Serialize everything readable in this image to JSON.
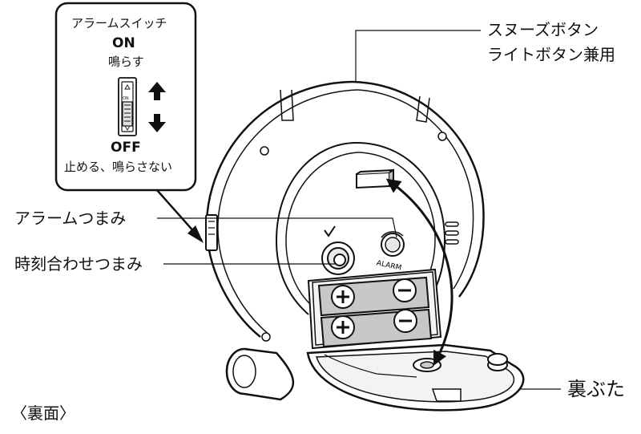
{
  "inset": {
    "title": "アラームスイッチ",
    "on_label": "ON",
    "on_desc": "鳴らす",
    "off_label": "OFF",
    "off_desc": "止める、鳴らさない",
    "switch_marks": [
      "ON",
      "OFF"
    ]
  },
  "callouts": {
    "snooze_line1": "スヌーズボタン",
    "snooze_line2": "ライトボタン兼用",
    "alarm_knob": "アラームつまみ",
    "time_knob": "時刻合わせつまみ",
    "back_cover": "裏ぶた"
  },
  "knob_label": "ALARM",
  "view_label": "〈裏面〉"
}
